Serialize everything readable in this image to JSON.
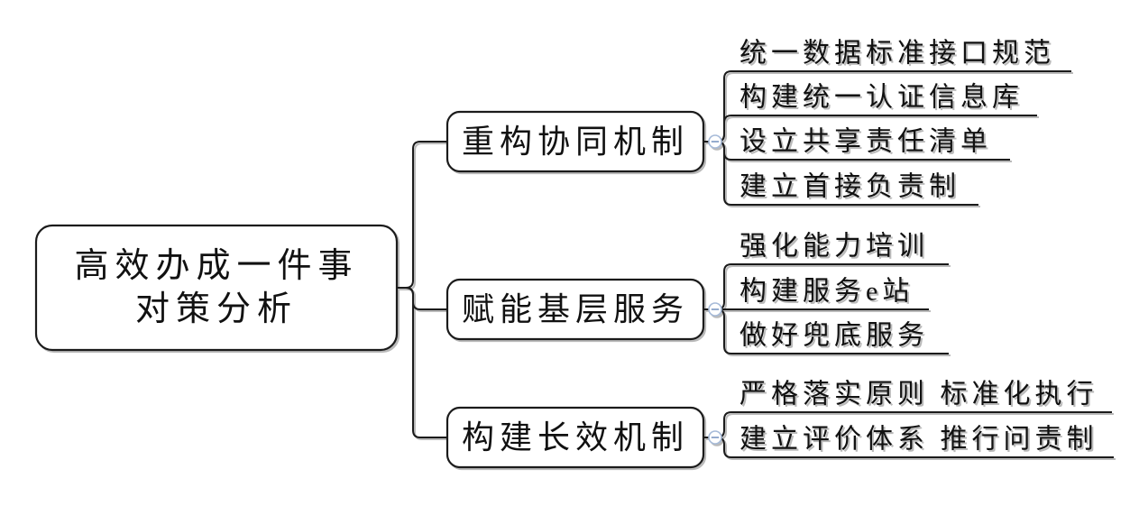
{
  "canvas": {
    "background_color": "#ffffff",
    "line_color": "#1b1b1b",
    "shadow_color": "#828282",
    "collapse_icon_ring_color": "#a6bad8",
    "collapse_icon_minus_color": "#8aa3c9"
  },
  "mindmap": {
    "root": {
      "label": "高效办成一件事对策分析",
      "lines": [
        "高效办成一件事",
        "对策分析"
      ]
    },
    "branches": [
      {
        "label": "重构协同机制",
        "collapse_icon": "minus-circle",
        "children": [
          "统一数据标准接口规范",
          "构建统一认证信息库",
          "设立共享责任清单",
          "建立首接负责制"
        ]
      },
      {
        "label": "赋能基层服务",
        "collapse_icon": "minus-circle",
        "children": [
          "强化能力培训",
          "构建服务e站",
          "做好兜底服务"
        ]
      },
      {
        "label": "构建长效机制",
        "collapse_icon": "minus-circle",
        "children": [
          "严格落实原则 标准化执行",
          "建立评价体系 推行问责制"
        ]
      }
    ]
  }
}
